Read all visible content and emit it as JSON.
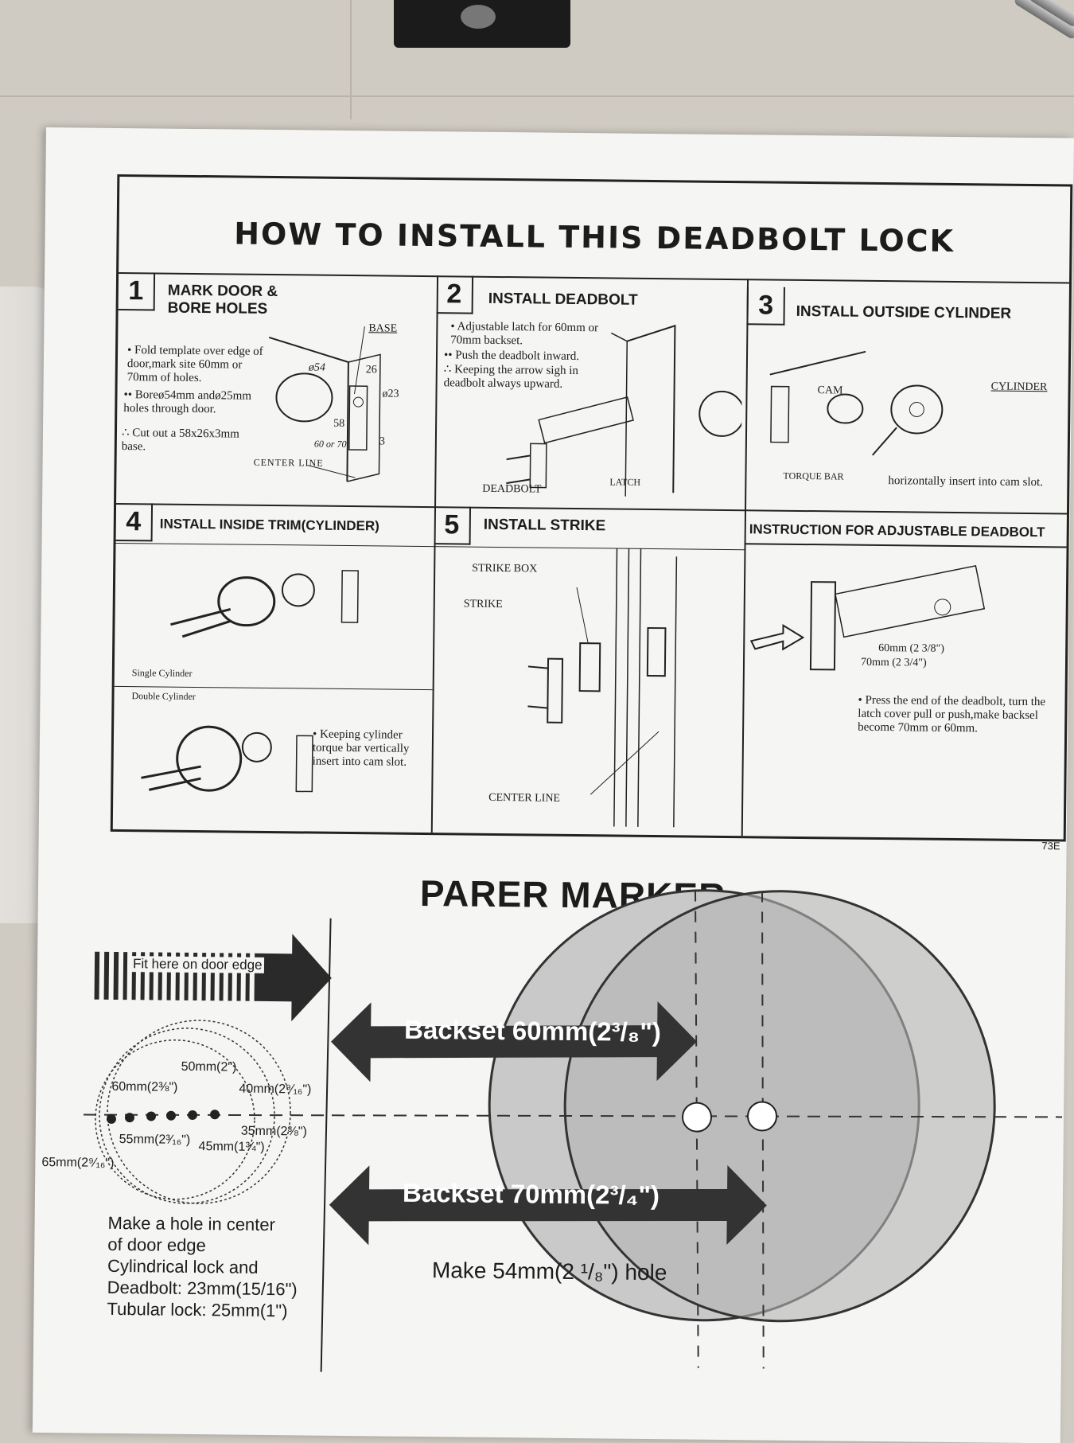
{
  "instructions": {
    "title": "HOW TO INSTALL THIS DEADBOLT LOCK",
    "steps": [
      {
        "number": "1",
        "title_line1": "MARK DOOR &",
        "title_line2": "BORE HOLES",
        "bullets": [
          "Fold template over edge of door,mark site 60mm or 70mm of holes.",
          "Boreø54mm andø25mm holes through door.",
          "Cut out a 58x26x3mm base."
        ],
        "labels": {
          "base": "BASE",
          "d54": "ø54",
          "n26": "26",
          "d23": "ø23",
          "n58": "58",
          "n6070": "60 or 70",
          "n3": "3",
          "center_line": "CENTER LINE"
        }
      },
      {
        "number": "2",
        "title": "INSTALL  DEADBOLT",
        "bullets": [
          "Adjustable latch for 60mm or 70mm backset.",
          "Push the deadbolt inward.",
          "Keeping the arrow sigh in deadbolt always upward."
        ],
        "labels": {
          "deadbolt": "DEADBOLT",
          "latch": "LATCH"
        }
      },
      {
        "number": "3",
        "title": "INSTALL OUTSIDE CYLINDER",
        "labels": {
          "cam": "CAM",
          "cylinder": "CYLINDER",
          "torque_bar": "TORQUE BAR"
        },
        "note": "horizontally insert into cam slot."
      },
      {
        "number": "4",
        "title": "INSTALL INSIDE TRIM(CYLINDER)",
        "labels": {
          "single": "Single Cylinder",
          "double": "Double  Cylinder"
        },
        "bullet": "Keeping cylinder torque bar vertically insert into cam slot."
      },
      {
        "number": "5",
        "title": "INSTALL STRIKE",
        "labels": {
          "strike_box": "STRIKE BOX",
          "strike": "STRIKE",
          "center_line": "CENTER LINE"
        }
      },
      {
        "title": "INSTRUCTION FOR ADJUSTABLE DEADBOLT",
        "labels": {
          "d60": "60mm (2 3/8\")",
          "d70": "70mm (2 3/4\")"
        },
        "bullet": "Press the  end  of the deadbolt, turn the latch cover pull or push,make backsel become 70mm or 60mm."
      }
    ],
    "code": "73E"
  },
  "marker": {
    "title": "PARER MARKER",
    "fit": "Fit here on door edge",
    "backset60": "Backset  60mm(2³/₈\")",
    "backset70": "Backset  70mm(2³/₄\")",
    "hole": "Make 54mm(2 ¹/₈\") hole",
    "dims": [
      "50mm(2\")",
      "60mm(2⅜\")",
      "40mm(2⁹⁄₁₆\")",
      "35mm(2⅜\")",
      "55mm(2³⁄₁₆\")",
      "45mm(1¾\")",
      "65mm(2⁹⁄₁₆\")"
    ],
    "note_lines": [
      "Make a  hole in  center",
      "of door edge",
      "Cylindrical  lock  and",
      "Deadbolt: 23mm(15/16\")",
      "Tubular lock: 25mm(1\")"
    ]
  }
}
